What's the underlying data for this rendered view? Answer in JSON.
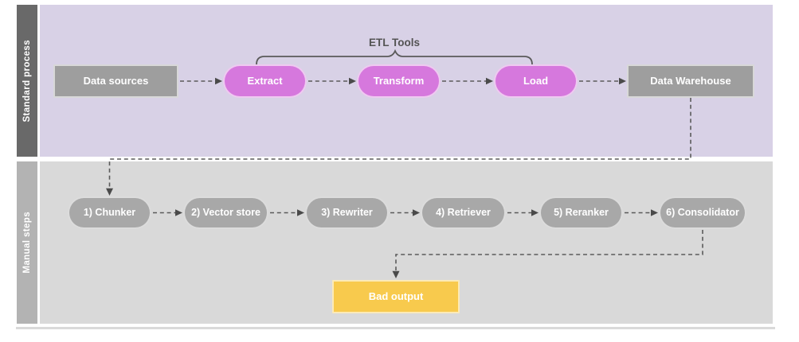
{
  "diagram": {
    "lanes": {
      "standard": {
        "label": "Standard process",
        "bracket_label": "ETL Tools",
        "nodes": {
          "data_sources": "Data sources",
          "extract": "Extract",
          "transform": "Transform",
          "load": "Load",
          "data_warehouse": "Data Warehouse"
        }
      },
      "manual": {
        "label": "Manual steps",
        "nodes": {
          "chunker": "1) Chunker",
          "vector_store": "2) Vector store",
          "rewriter": "3) Rewriter",
          "retriever": "4) Retriever",
          "reranker": "5) Reranker",
          "consolidator": "6) Consolidator",
          "bad_output": "Bad output"
        }
      }
    },
    "colors": {
      "lane_standard_bg": "#d8d1e6",
      "lane_standard_sidebar": "#696969",
      "lane_manual_bg": "#d9d9d9",
      "lane_manual_sidebar": "#b3b3b3",
      "etl_step_fill": "#d678dd",
      "gray_node_fill": "#9e9e9e",
      "manual_step_fill": "#a8a8a8",
      "bad_output_fill": "#f8ca4d",
      "connector": "#5a5a5a"
    }
  }
}
